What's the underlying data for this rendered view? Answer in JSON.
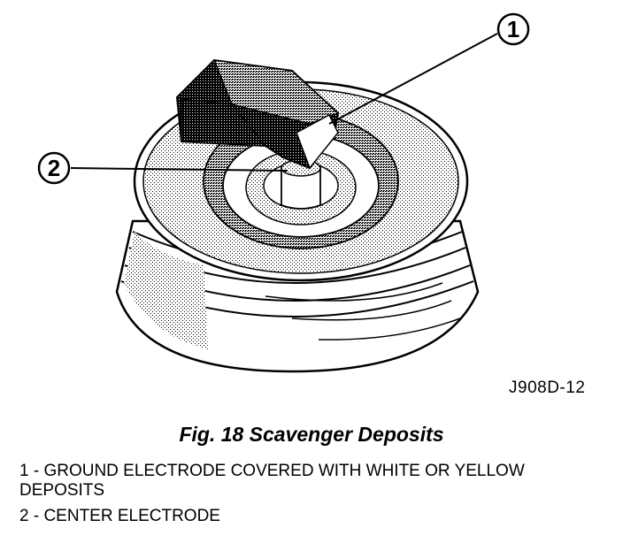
{
  "callouts": [
    {
      "number": "1"
    },
    {
      "number": "2"
    }
  ],
  "reference_code": "J908D-12",
  "caption": "Fig. 18 Scavenger Deposits",
  "legend": [
    {
      "text": "1 - GROUND ELECTRODE COVERED WITH WHITE OR YELLOW DEPOSITS"
    },
    {
      "text": "2 - CENTER ELECTRODE"
    }
  ]
}
